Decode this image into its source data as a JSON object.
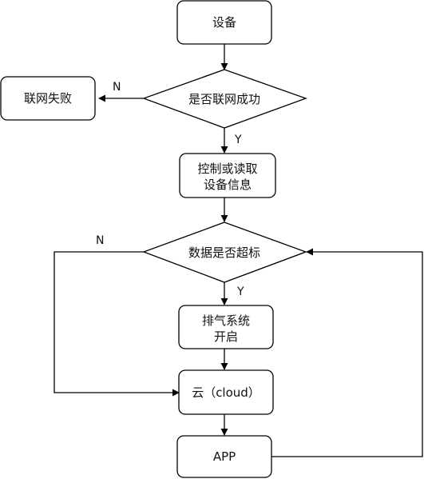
{
  "nodes": {
    "device": "设备",
    "network_check": "是否联网成功",
    "network_fail": "联网失败",
    "control_line1": "控制或读取",
    "control_line2": "设备信息",
    "threshold_check": "数据是否超标",
    "exhaust_line1": "排气系统",
    "exhaust_line2": "开启",
    "cloud": "云（cloud）",
    "app": "APP"
  },
  "edge_labels": {
    "network_no": "N",
    "network_yes": "Y",
    "threshold_no": "N",
    "threshold_yes": "Y"
  },
  "colors": {
    "stroke": "#000000",
    "node_fill": "#ffffff",
    "text": "#111111"
  }
}
